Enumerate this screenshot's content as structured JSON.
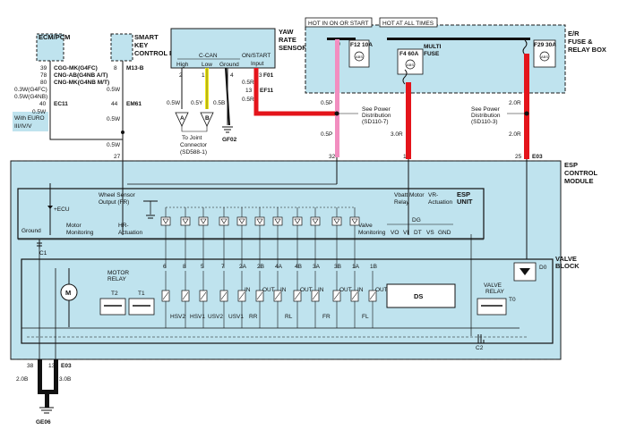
{
  "top": {
    "ecm_label": "ECM/PCM",
    "skcm_1": "SMART",
    "skcm_2": "KEY",
    "skcm_3": "CONTROL MODULE",
    "yaw_1": "YAW",
    "yaw_2": "RATE",
    "yaw_3": "SENSOR",
    "ccan": "C-CAN",
    "high": "High",
    "low": "Low",
    "ground": "Ground",
    "on_start": "ON/START",
    "input": "Input",
    "fuse_1": "E/R",
    "fuse_2": "FUSE &",
    "fuse_3": "RELAY BOX",
    "hot_on": "HOT IN ON OR START",
    "hot_all": "HOT AT ALL TIMES",
    "f12": "F12 10A",
    "f4": "F4 60A",
    "f29": "F29 30A",
    "multi_1": "MULTI",
    "multi_2": "FUSE"
  },
  "left": {
    "euro_1": "With EURO",
    "euro_2": "III/IV/V",
    "pin39": "39",
    "pin78": "78",
    "pin80": "80",
    "cgg": "CGG-MK(G4FC)",
    "cng_ab": "CNG-AB(G4NB A/T)",
    "cng_mk": "CNG-MK(G4NB M/T)",
    "w03": "0.3W(G4FC)",
    "w05": "0.5W(G4NB)",
    "pin40": "40",
    "ec11": "EC11",
    "w05b": "0.5W"
  },
  "skcm": {
    "pin8": "8",
    "m13b": "M13-B",
    "w1": "0.5W",
    "pin44": "44",
    "em61": "EM61",
    "w2": "0.5W",
    "w3": "0.5W",
    "pin27": "27"
  },
  "yaw": {
    "p2": "2",
    "p1": "1",
    "p4": "4",
    "p3": "3",
    "w1": "0.5W",
    "w2": "0.5Y",
    "w3": "0.5B",
    "w4": "0.5R",
    "w5": "0.5R",
    "a": "A",
    "b": "B",
    "joint_1": "To Joint",
    "joint_2": "Connector",
    "joint_3": "(SD588-1)",
    "gf02": "GF02",
    "f01": "F01",
    "p13": "13",
    "ef11": "EF11"
  },
  "pink": {
    "w1": "0.5P",
    "w2": "0.5P",
    "pin": "32",
    "see_1": "See Power",
    "see_2": "Distribution",
    "see_3": "(SD110-7)"
  },
  "red1": {
    "w": "3.0R",
    "pin": "1"
  },
  "red2": {
    "see_1": "See Power",
    "see_2": "Distribution",
    "see_3": "(SD110-3)",
    "w1": "2.0R",
    "w2": "2.0R",
    "pin": "25",
    "e03": "E03"
  },
  "esp": {
    "label_1": "ESP",
    "label_2": "CONTROL",
    "label_3": "MODULE",
    "unit_1": "ESP",
    "unit_2": "UNIT",
    "ecu": "+ECU",
    "ground": "Ground",
    "motor_mon_1": "Motor",
    "motor_mon_2": "Monitoring",
    "wheel_1": "Wheel Sensor",
    "wheel_2": "Output (FR)",
    "hr_1": "HR-",
    "hr_2": "Actuation",
    "vbatt_1": "Vbatt Motor",
    "vbatt_2": "Relay",
    "vr_1": "VR-",
    "vr_2": "Actuation",
    "valve_mon_1": "Valve",
    "valve_mon_2": "Monitoring",
    "dg": "DG",
    "vo": "VO",
    "vi": "VI",
    "dt": "DT",
    "vs": "VS",
    "gnd": "GND",
    "c1": "C1"
  },
  "valve": {
    "label_1": "VALVE",
    "label_2": "BLOCK",
    "motor": "M",
    "motor_relay_1": "MOTOR",
    "motor_relay_2": "RELAY",
    "t2": "T2",
    "t1": "T1",
    "ds": "DS",
    "valve_relay_1": "VALVE",
    "valve_relay_2": "RELAY",
    "t0": "T0",
    "d0": "D0",
    "c2": "C2",
    "valves": [
      {
        "top": "6",
        "bottom": "HSV2"
      },
      {
        "top": "8",
        "bottom": "HSV1"
      },
      {
        "top": "5",
        "bottom": "USV2"
      },
      {
        "top": "7",
        "bottom": "USV1"
      },
      {
        "top": "2A",
        "bottom": "RR"
      },
      {
        "top": "2B",
        "bottom": ""
      },
      {
        "top": "4A",
        "bottom": "RL"
      },
      {
        "top": "4B",
        "bottom": ""
      },
      {
        "top": "3A",
        "bottom": "FR"
      },
      {
        "top": "3B",
        "bottom": ""
      },
      {
        "top": "1A",
        "bottom": "FL"
      },
      {
        "top": "1B",
        "bottom": ""
      }
    ],
    "in_label": "IN",
    "out_label": "OUT"
  },
  "bottom": {
    "pin38": "38",
    "pin13": "13",
    "e03": "E03",
    "w20": "2.0B",
    "w30": "3.0B",
    "ge06": "GE06"
  }
}
